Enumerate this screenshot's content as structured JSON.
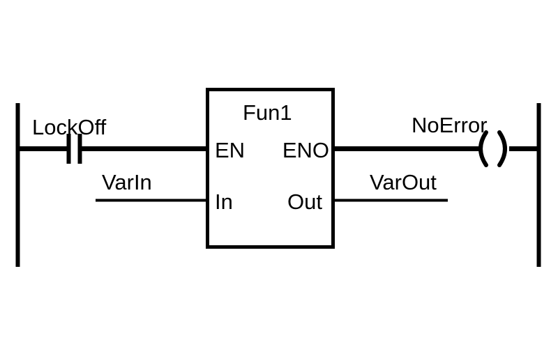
{
  "diagram": {
    "type": "ladder-logic-rung",
    "background_color": "#ffffff",
    "line_color": "#000000",
    "rails": {
      "left_rail_name": "left-power-rail",
      "right_rail_name": "right-power-rail"
    },
    "contact": {
      "label": "LockOff",
      "symbol": "normally-open-contact",
      "symbol_text": "| |"
    },
    "function_block": {
      "title": "Fun1",
      "pins_left": [
        {
          "name": "EN",
          "label": "EN"
        },
        {
          "name": "In",
          "label": "In"
        }
      ],
      "pins_right": [
        {
          "name": "ENO",
          "label": "ENO"
        },
        {
          "name": "Out",
          "label": "Out"
        }
      ]
    },
    "input_variable": {
      "label": "VarIn",
      "connects_to": "In"
    },
    "output_variable": {
      "label": "VarOut",
      "connects_from": "Out"
    },
    "coil": {
      "label": "NoError",
      "symbol": "output-coil",
      "symbol_text": "( )"
    }
  }
}
